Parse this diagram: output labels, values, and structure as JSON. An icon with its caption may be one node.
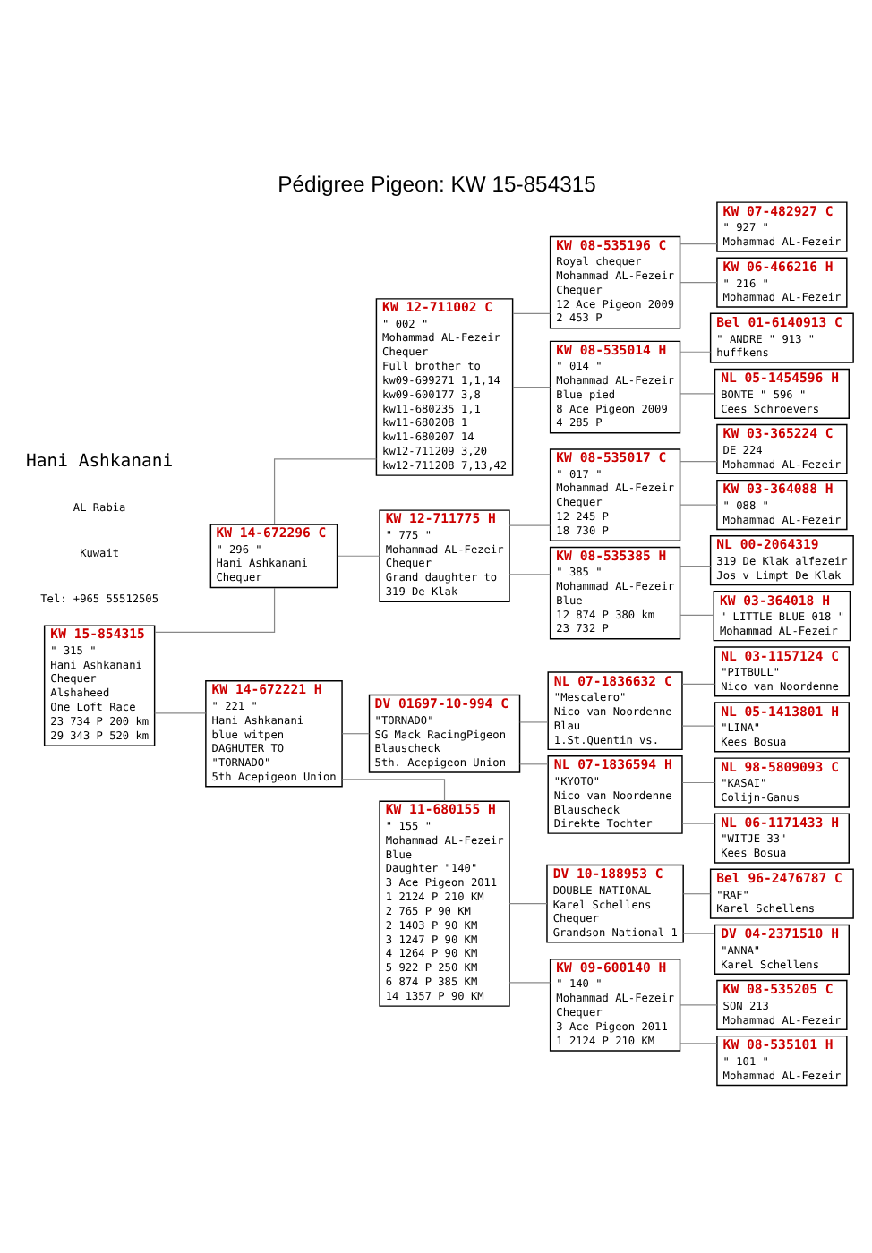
{
  "diagram": {
    "title": "Pédigree Pigeon: KW 15-854315",
    "nodes": [
      {
        "text": [
          "KW 15-854315",
          "\" 315 \"",
          "Hani Ashkanani",
          "Chequer",
          "Alshaheed",
          "One Loft Race",
          "23 734 P 200 km",
          "29 343 P 520 km"
        ]
      },
      {
        "text": [
          "KW 14-672296 C",
          "\" 296 \"",
          "Hani Ashkanani",
          "Chequer"
        ]
      },
      {
        "text": [
          "KW 14-672221 H",
          "\" 221 \"",
          "Hani Ashkanani",
          "blue witpen",
          "DAGHUTER TO",
          "\"TORNADO\"",
          "5th Acepigeon Union"
        ]
      },
      {
        "text": [
          "KW 12-711002 C",
          "\" 002 \"",
          "Mohammad AL-Fezeir",
          "Chequer",
          "Full brother to",
          "kw09-699271 1,1,14",
          "kw09-600177 3,8",
          "kw11-680235 1,1",
          "kw11-680208 1",
          "kw11-680207 14",
          "kw12-711209 3,20",
          "kw12-711208 7,13,42"
        ]
      },
      {
        "text": [
          "KW 12-711775 H",
          "\" 775 \"",
          "Mohammad AL-Fezeir",
          "Chequer",
          "Grand daughter to",
          "319 De Klak"
        ]
      },
      {
        "text": [
          "DV 01697-10-994 C",
          "\"TORNADO\"",
          "SG Mack RacingPigeon",
          "Blauscheck",
          "5th. Acepigeon Union"
        ]
      },
      {
        "text": [
          "KW 11-680155 H",
          "\" 155 \"",
          "Mohammad AL-Fezeir",
          "Blue",
          "Daughter \"140\"",
          "3 Ace Pigeon 2011",
          "1 2124 P 210 KM",
          "2 765 P 90 KM",
          "2 1403 P 90 KM",
          "3 1247 P 90 KM",
          "4 1264 P 90 KM",
          "5 922 P 250 KM",
          "6 874 P 385 KM",
          "14 1357 P 90 KM"
        ]
      },
      {
        "text": [
          "KW 08-535196 C",
          "Royal chequer",
          "Mohammad AL-Fezeir",
          "Chequer",
          "12 Ace Pigeon 2009",
          "2 453 P"
        ]
      },
      {
        "text": [
          "KW 08-535014 H",
          "\" 014 \"",
          "Mohammad AL-Fezeir",
          "Blue pied",
          "8 Ace Pigeon 2009",
          "4 285 P"
        ]
      },
      {
        "text": [
          "KW 08-535017 C",
          "\" 017 \"",
          "Mohammad AL-Fezeir",
          "Chequer",
          "12 245 P",
          "18 730 P"
        ]
      },
      {
        "text": [
          "KW 08-535385 H",
          "\" 385 \"",
          "Mohammad AL-Fezeir",
          "Blue",
          "12 874 P 380 km",
          "23 732 P"
        ]
      },
      {
        "text": [
          "NL 07-1836632 C",
          "\"Mescalero\"",
          "Nico van Noordenne",
          "Blau",
          "1.St.Quentin vs."
        ]
      },
      {
        "text": [
          "NL 07-1836594 H",
          "\"KYOTO\"",
          "Nico van Noordenne",
          "Blauscheck",
          "Direkte Tochter"
        ]
      },
      {
        "text": [
          "DV 10-188953 C",
          "DOUBLE NATIONAL",
          "Karel Schellens",
          "Chequer",
          "Grandson National 1"
        ]
      },
      {
        "text": [
          "KW 09-600140 H",
          "\" 140 \"",
          "Mohammad AL-Fezeir",
          "Chequer",
          "3 Ace Pigeon 2011",
          "1 2124 P 210 KM"
        ]
      },
      {
        "text": [
          "KW 07-482927 C",
          "\" 927 \"",
          "Mohammad AL-Fezeir"
        ]
      },
      {
        "text": [
          "KW 06-466216 H",
          "\" 216 \"",
          "Mohammad AL-Fezeir"
        ]
      },
      {
        "text": [
          "Bel 01-6140913 C",
          "\" ANDRE \" 913 \"",
          "huffkens"
        ]
      },
      {
        "text": [
          "NL 05-1454596 H",
          "BONTE \" 596 \"",
          "Cees Schroevers"
        ]
      },
      {
        "text": [
          "KW 03-365224 C",
          "DE 224",
          "Mohammad AL-Fezeir"
        ]
      },
      {
        "text": [
          "KW 03-364088 H",
          "\" 088 \"",
          "Mohammad AL-Fezeir"
        ]
      },
      {
        "text": [
          "NL 00-2064319",
          "319 De Klak alfezeir",
          "Jos v Limpt De Klak"
        ]
      },
      {
        "text": [
          "KW 03-364018 H",
          "\" LITTLE BLUE 018 \"",
          "Mohammad AL-Fezeir"
        ]
      },
      {
        "text": [
          "NL 03-1157124 C",
          "\"PITBULL\"",
          "Nico van Noordenne"
        ]
      },
      {
        "text": [
          "NL 05-1413801 H",
          "\"LINA\"",
          "Kees Bosua"
        ]
      },
      {
        "text": [
          "NL 98-5809093 C",
          "\"KASAI\"",
          "Colijn-Ganus"
        ]
      },
      {
        "text": [
          "NL 06-1171433 H",
          "\"WITJE 33\"",
          "Kees Bosua"
        ]
      },
      {
        "text": [
          "Bel 96-2476787 C",
          "\"RAF\"",
          "Karel Schellens"
        ]
      },
      {
        "text": [
          "DV 04-2371510 H",
          "\"ANNA\"",
          "Karel Schellens"
        ]
      },
      {
        "text": [
          "KW 08-535205 C",
          "SON 213",
          "Mohammad AL-Fezeir"
        ]
      },
      {
        "text": [
          "KW 08-535101 H",
          "\" 101 \"",
          "Mohammad AL-Fezeir"
        ]
      }
    ],
    "edges": [
      {
        "from": 0,
        "to": 1,
        "arrow": "none"
      },
      {
        "from": 0,
        "to": 2,
        "arrow": "none"
      },
      {
        "from": 1,
        "to": 3,
        "arrow": "none"
      },
      {
        "from": 1,
        "to": 4,
        "arrow": "none"
      },
      {
        "from": 2,
        "to": 5,
        "arrow": "none"
      },
      {
        "from": 2,
        "to": 6,
        "arrow": "none"
      },
      {
        "from": 3,
        "to": 7,
        "arrow": "none"
      },
      {
        "from": 3,
        "to": 8,
        "arrow": "none"
      },
      {
        "from": 4,
        "to": 9,
        "arrow": "none"
      },
      {
        "from": 4,
        "to": 10,
        "arrow": "none"
      },
      {
        "from": 5,
        "to": 11,
        "arrow": "none"
      },
      {
        "from": 5,
        "to": 12,
        "arrow": "none"
      },
      {
        "from": 6,
        "to": 13,
        "arrow": "none"
      },
      {
        "from": 6,
        "to": 14,
        "arrow": "none"
      },
      {
        "from": 7,
        "to": 15,
        "arrow": "none"
      },
      {
        "from": 7,
        "to": 16,
        "arrow": "none"
      },
      {
        "from": 8,
        "to": 17,
        "arrow": "none"
      },
      {
        "from": 8,
        "to": 18,
        "arrow": "none"
      },
      {
        "from": 9,
        "to": 19,
        "arrow": "none"
      },
      {
        "from": 9,
        "to": 20,
        "arrow": "none"
      },
      {
        "from": 10,
        "to": 21,
        "arrow": "none"
      },
      {
        "from": 10,
        "to": 22,
        "arrow": "none"
      },
      {
        "from": 11,
        "to": 23,
        "arrow": "none"
      },
      {
        "from": 11,
        "to": 24,
        "arrow": "none"
      },
      {
        "from": 12,
        "to": 25,
        "arrow": "none"
      },
      {
        "from": 12,
        "to": 26,
        "arrow": "none"
      },
      {
        "from": 13,
        "to": 27,
        "arrow": "none"
      },
      {
        "from": 13,
        "to": 28,
        "arrow": "none"
      },
      {
        "from": 14,
        "to": 29,
        "arrow": "none"
      },
      {
        "from": 14,
        "to": 30,
        "arrow": "none"
      }
    ],
    "labels": [
      "Hani Ashkanani",
      "AL Rabia",
      "Kuwait",
      "Tel: +965 55512505"
    ]
  }
}
